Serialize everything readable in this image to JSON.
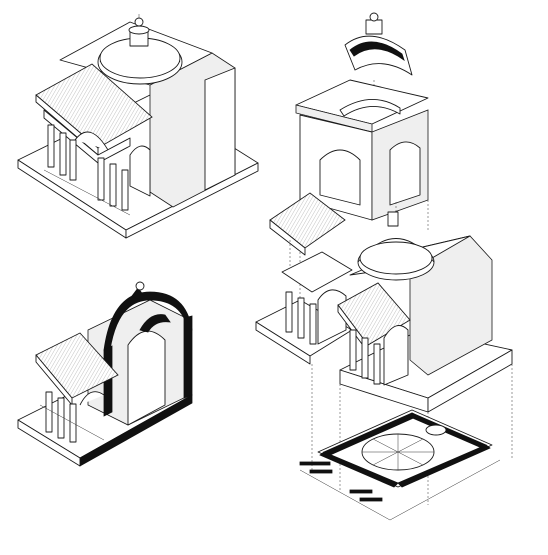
{
  "figure": {
    "views": [
      {
        "id": "assembled",
        "kind": "axonometric-view"
      },
      {
        "id": "section",
        "kind": "sectioned-axonometric-view"
      },
      {
        "id": "exploded",
        "kind": "exploded-axonometric-view"
      },
      {
        "id": "plan",
        "kind": "floor-plan"
      }
    ],
    "colors": {
      "line": "#1a1a1a",
      "cut": "#111111",
      "background": "#ffffff",
      "tone": "#efefef"
    }
  }
}
